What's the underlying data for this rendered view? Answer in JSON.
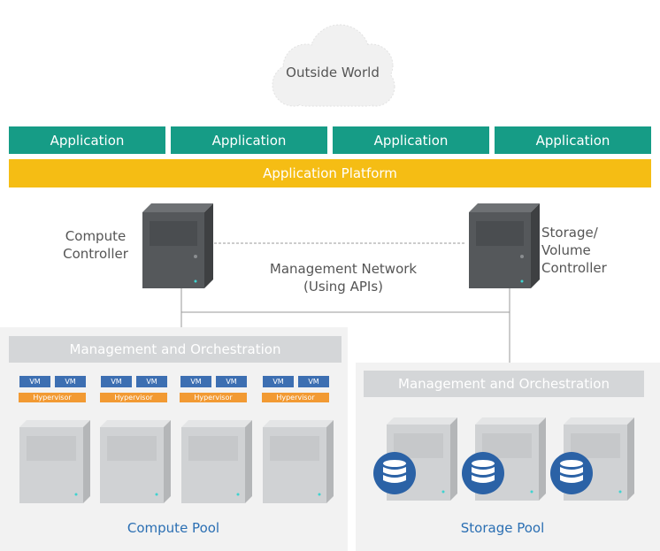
{
  "cloud": {
    "label": "Outside World"
  },
  "applications": [
    "Application",
    "Application",
    "Application",
    "Application"
  ],
  "platform": {
    "label": "Application Platform"
  },
  "compute_controller": {
    "label_line1": "Compute",
    "label_line2": "Controller"
  },
  "storage_controller": {
    "label_line1": "Storage/",
    "label_line2": "Volume",
    "label_line3": "Controller"
  },
  "network": {
    "label_line1": "Management Network",
    "label_line2": "(Using APIs)"
  },
  "compute_pool": {
    "mgmt_label": "Management and Orchestration",
    "vm_label": "VM",
    "hypervisor_label": "Hypervisor",
    "pool_label": "Compute Pool"
  },
  "storage_pool": {
    "mgmt_label": "Management and Orchestration",
    "pool_label": "Storage Pool"
  },
  "colors": {
    "application": "#169c86",
    "platform": "#f5bd14",
    "vm": "#3d6fb2",
    "hypervisor": "#f29a33",
    "pool_text": "#2b6fb3",
    "database": "#2b62a6"
  }
}
